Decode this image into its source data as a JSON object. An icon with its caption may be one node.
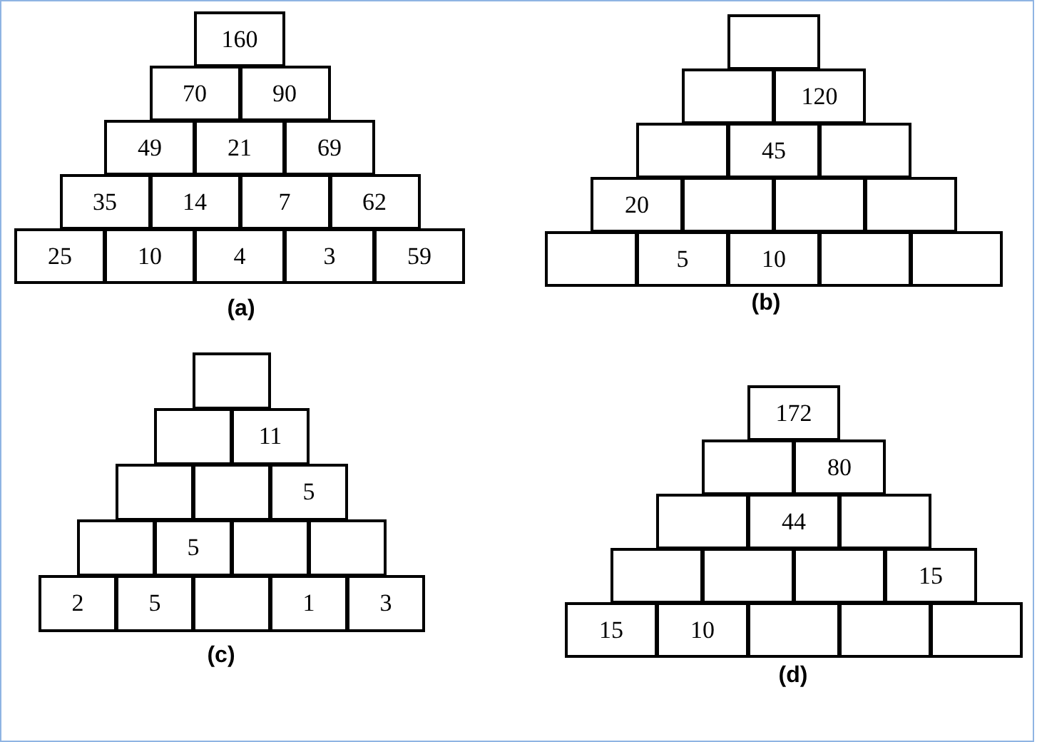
{
  "diagram": {
    "nodes": [
      {
        "text": [
          "160"
        ]
      },
      {
        "text": [
          "70"
        ]
      },
      {
        "text": [
          "90"
        ]
      },
      {
        "text": [
          "49"
        ]
      },
      {
        "text": [
          "21"
        ]
      },
      {
        "text": [
          "69"
        ]
      },
      {
        "text": [
          "35"
        ]
      },
      {
        "text": [
          "14"
        ]
      },
      {
        "text": [
          "7"
        ]
      },
      {
        "text": [
          "62"
        ]
      },
      {
        "text": [
          "25"
        ]
      },
      {
        "text": [
          "10"
        ]
      },
      {
        "text": [
          "4"
        ]
      },
      {
        "text": [
          "3"
        ]
      },
      {
        "text": [
          "59"
        ]
      },
      {
        "text": [],
        "shape": "box"
      },
      {
        "text": [],
        "shape": "box"
      },
      {
        "text": [
          "120"
        ]
      },
      {
        "text": [],
        "shape": "box"
      },
      {
        "text": [
          "45"
        ]
      },
      {
        "text": [],
        "shape": "box"
      },
      {
        "text": [
          "20"
        ]
      },
      {
        "text": [],
        "shape": "box"
      },
      {
        "text": [],
        "shape": "box"
      },
      {
        "text": [],
        "shape": "box"
      },
      {
        "text": [],
        "shape": "box"
      },
      {
        "text": [
          "5"
        ]
      },
      {
        "text": [
          "10"
        ]
      },
      {
        "text": [],
        "shape": "box"
      },
      {
        "text": [],
        "shape": "box"
      },
      {
        "text": [],
        "shape": "box"
      },
      {
        "text": [],
        "shape": "box"
      },
      {
        "text": [
          "11"
        ]
      },
      {
        "text": [],
        "shape": "box"
      },
      {
        "text": [],
        "shape": "box"
      },
      {
        "text": [
          "5"
        ]
      },
      {
        "text": [],
        "shape": "box"
      },
      {
        "text": [
          "5"
        ]
      },
      {
        "text": [],
        "shape": "box"
      },
      {
        "text": [],
        "shape": "box"
      },
      {
        "text": [
          "2"
        ]
      },
      {
        "text": [
          "5"
        ]
      },
      {
        "text": [],
        "shape": "box"
      },
      {
        "text": [
          "1"
        ]
      },
      {
        "text": [
          "3"
        ]
      },
      {
        "text": [
          "172"
        ]
      },
      {
        "text": [],
        "shape": "box"
      },
      {
        "text": [
          "80"
        ]
      },
      {
        "text": [],
        "shape": "box"
      },
      {
        "text": [
          "44"
        ]
      },
      {
        "text": [],
        "shape": "box"
      },
      {
        "text": [],
        "shape": "box"
      },
      {
        "text": [],
        "shape": "box"
      },
      {
        "text": [],
        "shape": "box"
      },
      {
        "text": [
          "15"
        ]
      },
      {
        "text": [
          "15"
        ]
      },
      {
        "text": [
          "10"
        ]
      },
      {
        "text": [],
        "shape": "box"
      },
      {
        "text": [],
        "shape": "box"
      },
      {
        "text": [],
        "shape": "box"
      }
    ],
    "labels": [
      "(a)",
      "(b)",
      "(c)",
      "(d)"
    ]
  }
}
